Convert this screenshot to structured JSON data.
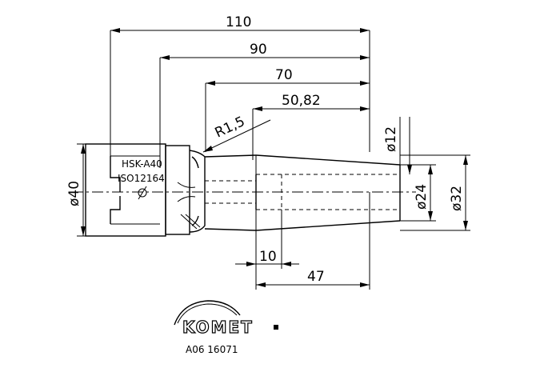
{
  "dimensions": {
    "overall_length": "110",
    "length_90": "90",
    "length_70": "70",
    "length_50_82": "50,82",
    "radius": "R1,5",
    "dia_40": "ø40",
    "dia_12": "ø12",
    "dia_24": "ø24",
    "dia_32": "ø32",
    "len_10": "10",
    "len_47": "47"
  },
  "labels": {
    "interface": "HSK-A40",
    "standard": "ISO12164"
  },
  "logo": {
    "brand": "KOMET"
  },
  "footer": {
    "drawing_number": "A06 16071"
  }
}
